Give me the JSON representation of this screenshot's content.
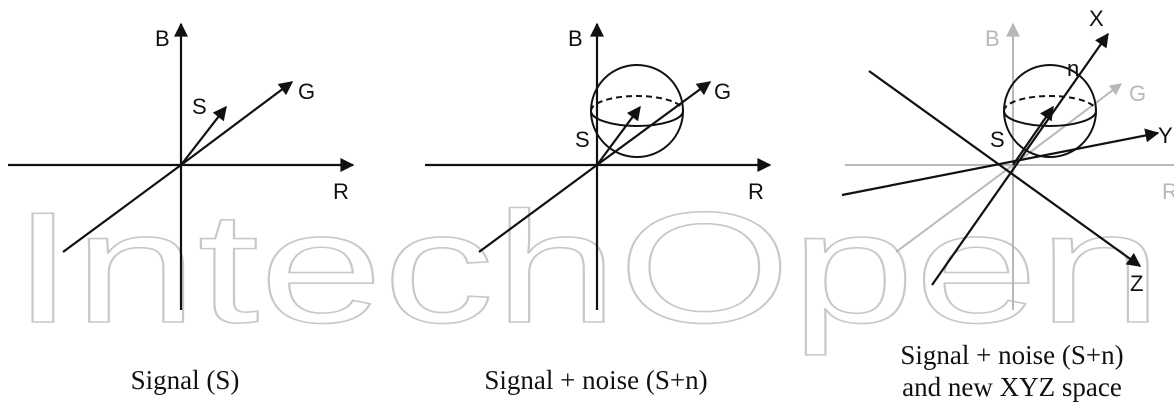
{
  "watermark": "IntechOpen",
  "colors": {
    "ink": "#111111",
    "muted": "#b8b8b8",
    "watermark": "#c8c8c8"
  },
  "panel1": {
    "axis_b": "B",
    "axis_r": "R",
    "vector_s": "S",
    "vector_g": "G",
    "caption": "Signal (S)"
  },
  "panel2": {
    "axis_b": "B",
    "axis_r": "R",
    "vector_s": "S",
    "vector_g": "G",
    "caption": "Signal + noise (S+n)"
  },
  "panel3": {
    "axis_b": "B",
    "axis_r": "R",
    "vector_g": "G",
    "label_s": "S",
    "label_n": "n",
    "axis_x": "X",
    "axis_y": "Y",
    "axis_z": "Z",
    "caption_line1": "Signal + noise (S+n)",
    "caption_line2": "and new XYZ space"
  }
}
